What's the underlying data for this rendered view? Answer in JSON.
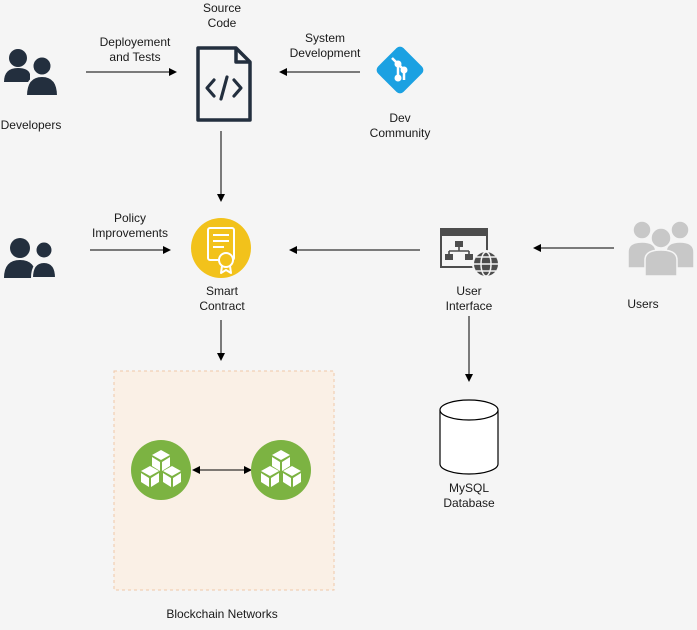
{
  "nodes": {
    "source_code": {
      "label_lines": [
        "Source",
        "Code"
      ]
    },
    "developers": {
      "label": "Developers"
    },
    "dev_community": {
      "label_lines": [
        "Dev",
        "Community"
      ]
    },
    "smart_contract": {
      "label_lines": [
        "Smart",
        "Contract"
      ]
    },
    "user_interface": {
      "label_lines": [
        "User",
        "Interface"
      ]
    },
    "users": {
      "label": "Users"
    },
    "mysql": {
      "label_lines": [
        "MySQL",
        "Database"
      ]
    },
    "blockchain": {
      "label": "Blockchain Networks"
    }
  },
  "edges": {
    "deploy_tests": {
      "label_lines": [
        "Deployement",
        "and Tests"
      ]
    },
    "system_dev": {
      "label_lines": [
        "System",
        "Development"
      ]
    },
    "policy": {
      "label_lines": [
        "Policy",
        "Improvements"
      ]
    }
  },
  "colors": {
    "background": "#f5f5f5",
    "icon_dark": "#232f3e",
    "contract_gold": "#f2c21b",
    "git_blue": "#1ba1e2",
    "users_gray": "#c8c8c8",
    "block_green": "#7cb342",
    "blockchain_fill": "#faf0e6",
    "blockchain_border": "#f0c8a8"
  },
  "icons": [
    "people-icon",
    "code-file-icon",
    "git-icon",
    "certificate-icon",
    "web-app-icon",
    "users-group-icon",
    "database-cylinder-icon",
    "blockchain-block-icon"
  ]
}
